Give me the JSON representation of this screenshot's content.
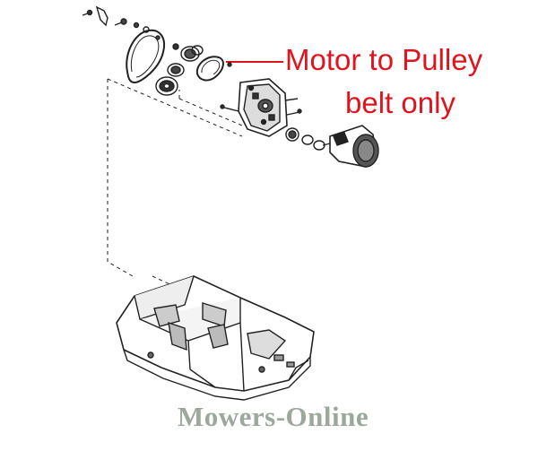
{
  "callout": {
    "line1": "Motor to Pulley",
    "line2": "belt only",
    "color": "#e0141e"
  },
  "watermark": {
    "text": "Mowers-Online",
    "color": "#8a9a8a"
  }
}
